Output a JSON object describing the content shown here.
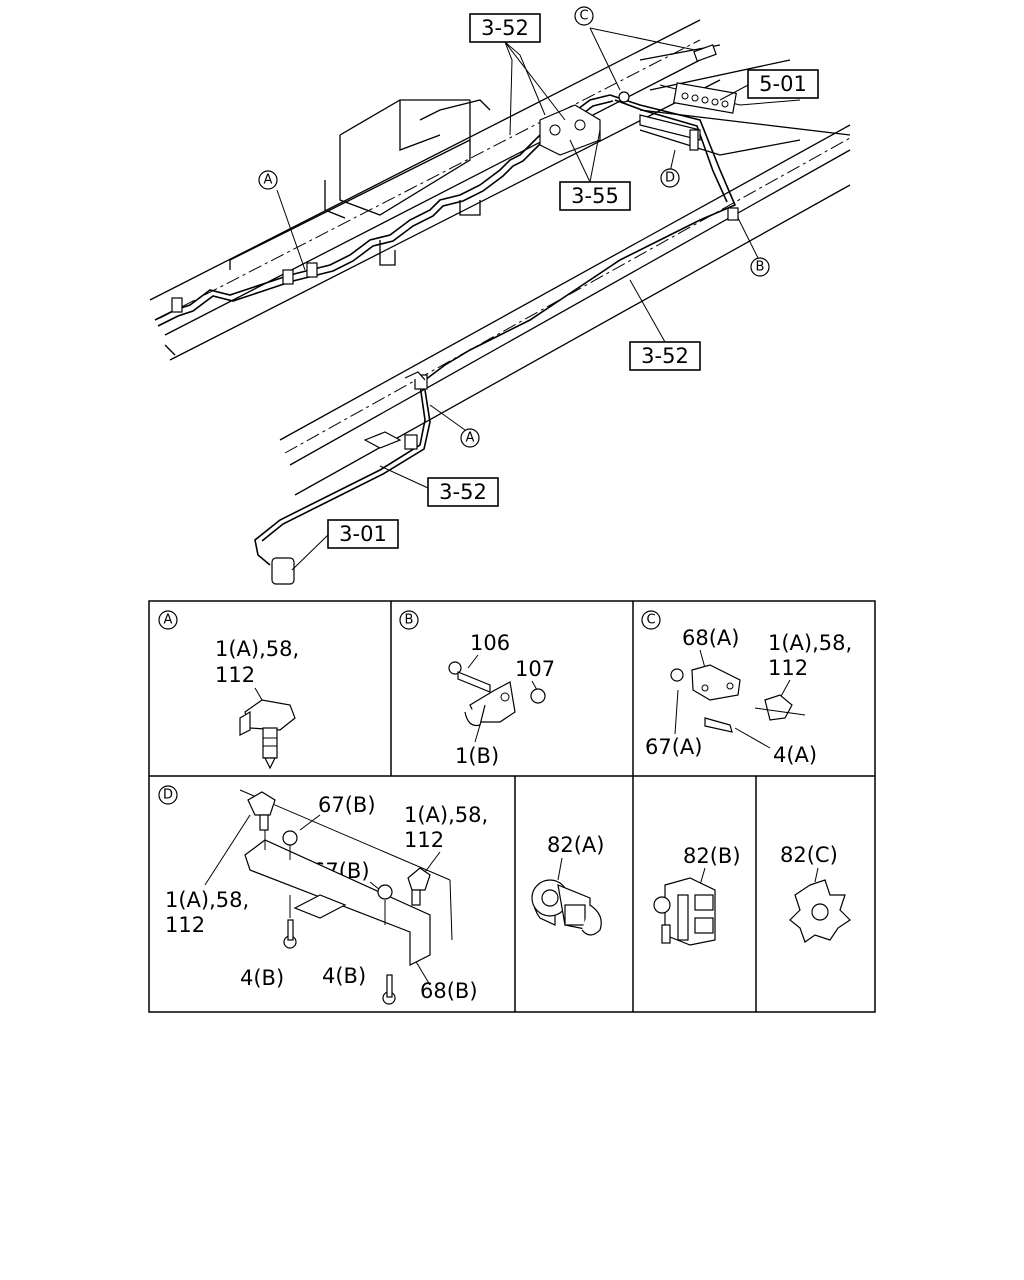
{
  "main_diagram": {
    "callouts": {
      "c1": "3-52",
      "c2": "5-01",
      "c3": "3-55",
      "c4": "3-52",
      "c5": "3-52",
      "c6": "3-01"
    },
    "circle_refs": {
      "r1": "C",
      "r2": "A",
      "r3": "D",
      "r4": "B",
      "r5": "A"
    }
  },
  "detail_panels": {
    "A": {
      "marker": "A",
      "label_line1": "1(A),58,",
      "label_line2": "112"
    },
    "B": {
      "marker": "B",
      "part1": "106",
      "part2": "107",
      "part3": "1(B)"
    },
    "C": {
      "marker": "C",
      "part1": "68(A)",
      "part2_line1": "1(A),58,",
      "part2_line2": "112",
      "part3": "67(A)",
      "part4": "4(A)"
    },
    "D": {
      "marker": "D",
      "part1": "67(B)",
      "part2_line1": "1(A),58,",
      "part2_line2": "112",
      "part3": "67(B)",
      "part4_line1": "1(A),58,",
      "part4_line2": "112",
      "part5": "4(B)",
      "part6": "4(B)",
      "part7": "68(B)"
    },
    "E": {
      "part": "82(A)"
    },
    "F": {
      "part": "82(B)"
    },
    "G": {
      "part": "82(C)"
    }
  }
}
